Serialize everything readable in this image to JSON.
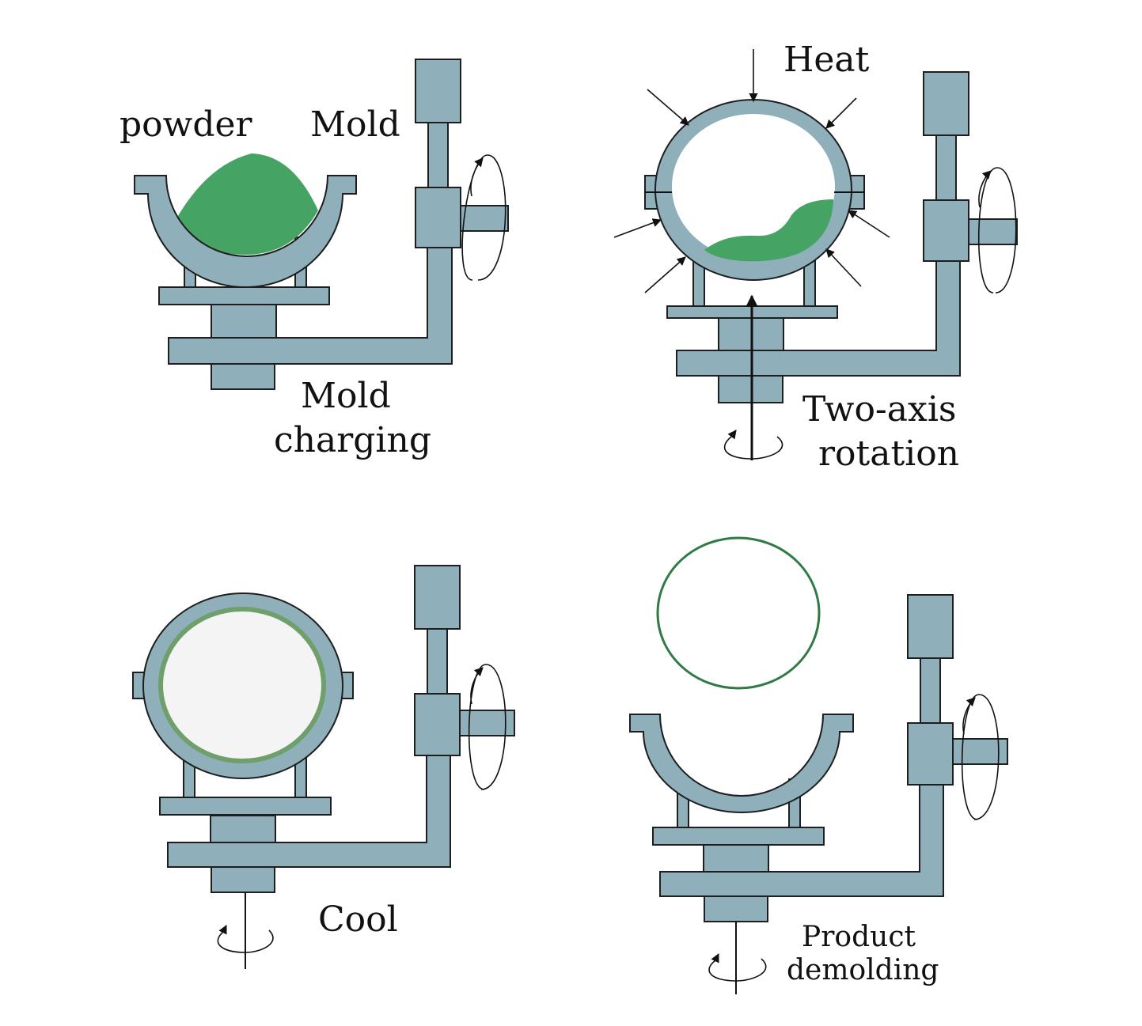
{
  "labels": {
    "powder": "powder",
    "mold": "Mold",
    "mold_charging_1": "Mold",
    "mold_charging_2": "charging",
    "heat": "Heat",
    "two_axis_1": "Two-axis",
    "two_axis_2": "rotation",
    "cool": "Cool",
    "demolding_1": "Product",
    "demolding_2": "demolding"
  },
  "colors": {
    "steel": "#8fb0ba",
    "powder": "#45a464",
    "product_ring": "#2f7a45",
    "product_coat": "#6f9f6a",
    "cavity": "#f4f4f4",
    "outline": "#1e1e1e"
  }
}
